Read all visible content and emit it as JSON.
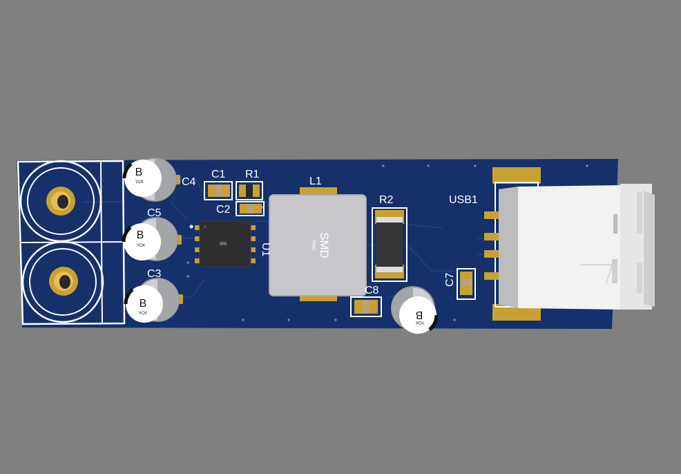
{
  "board": {
    "designators": {
      "c1": "C1",
      "r1": "R1",
      "c2": "C2",
      "c4": "C4",
      "c5": "C5",
      "c3": "C3",
      "l1": "L1",
      "r2": "R2",
      "u1": "U1",
      "c8": "C8",
      "c7": "C7",
      "usb1": "USB1"
    },
    "inductor_marking": {
      "line1": "SMD",
      "line2": "PIND"
    },
    "capacitor_marking": {
      "polarity": "B",
      "brand": "YCK"
    }
  },
  "colors": {
    "background": "#808080",
    "pcb": "#15306a",
    "silkscreen": "#ffffff",
    "pad_gold": "#c9a032",
    "inductor_body": "#c8c8cc",
    "usb_shell": "#f2f2f2"
  }
}
